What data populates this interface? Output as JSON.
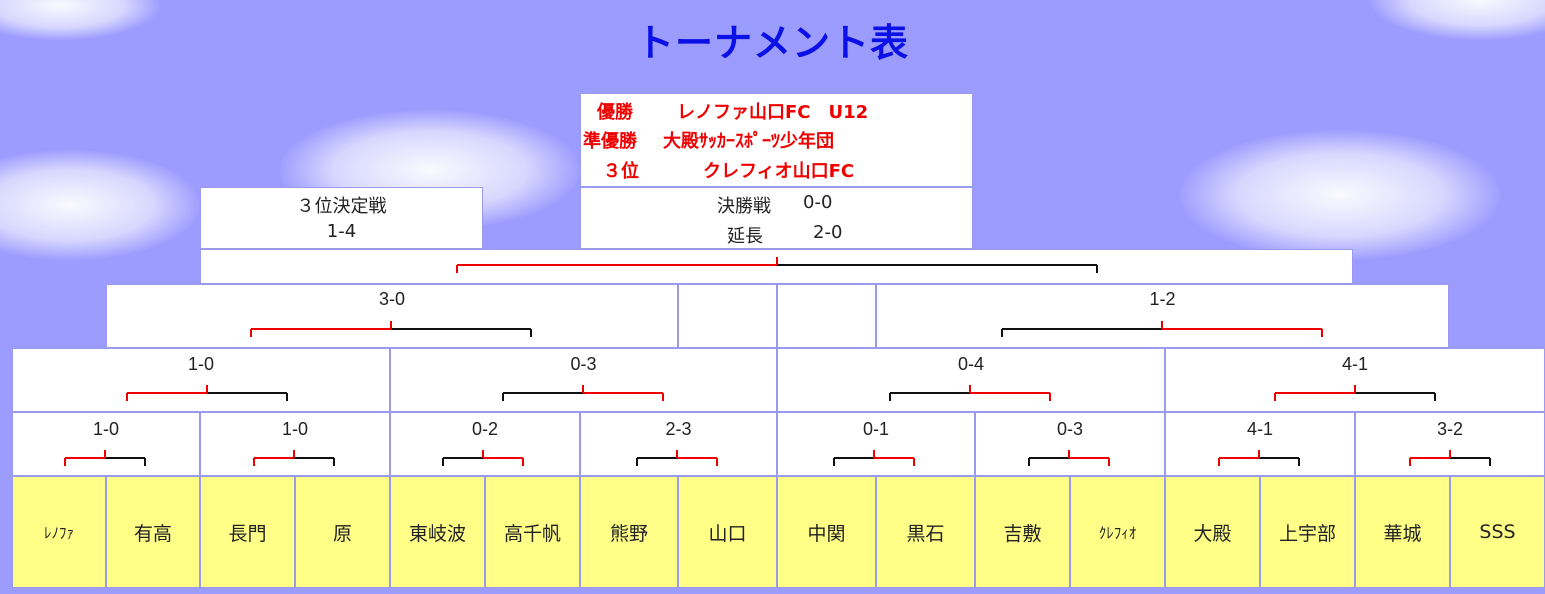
{
  "title": "トーナメント表",
  "results": {
    "champion_label": "優勝",
    "champion": "レノファ山口FC　U12",
    "runnerup_label": "準優勝",
    "runnerup": "大殿ｻｯｶｰｽﾎﾟｰﾂ少年団",
    "third_label": "３位",
    "third": "クレフィオ山口FC"
  },
  "third_place_match": {
    "label": "３位決定戦",
    "score": "1-4"
  },
  "final": {
    "label": "決勝戦",
    "score": "0-0",
    "extra_label": "延長",
    "extra_score": "2-0"
  },
  "semifinals": [
    "3-0",
    "1-2"
  ],
  "quarterfinals": [
    "1-0",
    "0-3",
    "0-4",
    "4-1"
  ],
  "round1": [
    "1-0",
    "1-0",
    "0-2",
    "2-3",
    "0-1",
    "0-3",
    "4-1",
    "3-2"
  ],
  "teams": [
    "ﾚﾉﾌｧ",
    "有高",
    "長門",
    "原",
    "東岐波",
    "高千帆",
    "熊野",
    "山口",
    "中関",
    "黒石",
    "吉敷",
    "ｸﾚﾌｨｵ",
    "大殿",
    "上宇部",
    "華城",
    "SSS"
  ],
  "colors": {
    "background": "#9c9cff",
    "title": "#0a10e6",
    "winner_line": "#ee0000",
    "loser_line": "#111111",
    "team_cell": "#ffff88"
  }
}
